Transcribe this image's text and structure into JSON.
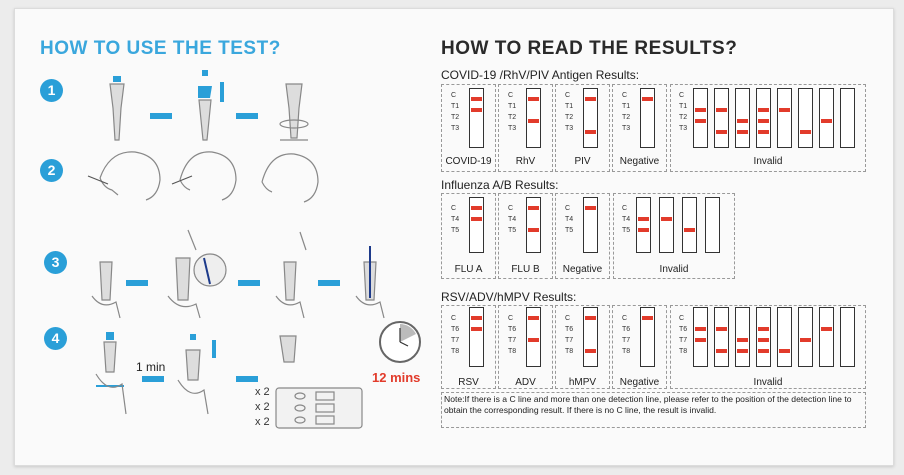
{
  "left_title": "HOW TO USE THE TEST?",
  "right_title": "HOW TO READ THE RESULTS?",
  "steps": [
    "1",
    "2",
    "3",
    "4"
  ],
  "step4": {
    "wait": "1 min",
    "total_time": "12 mins",
    "multiplier": "x 2"
  },
  "colors": {
    "accent_blue": "#2a9fd8",
    "result_red": "#e23b2b"
  },
  "covid": {
    "heading": "COVID-19 /RhV/PIV Antigen Results:",
    "letters": [
      "C",
      "T1",
      "T2",
      "T3"
    ],
    "labels": [
      "COVID-19",
      "RhV",
      "PIV",
      "Negative",
      "Invalid"
    ]
  },
  "flu": {
    "heading": "Influenza A/B Results:",
    "letters": [
      "C",
      "T4",
      "T5"
    ],
    "labels": [
      "FLU A",
      "FLU B",
      "Negative",
      "Invalid"
    ]
  },
  "rsv": {
    "heading": "RSV/ADV/hMPV Results:",
    "letters": [
      "C",
      "T6",
      "T7",
      "T8"
    ],
    "labels": [
      "RSV",
      "ADV",
      "hMPV",
      "Negative",
      "Invalid"
    ]
  },
  "note": "Note:If there is a C line and more than one detection line, please refer to the position of the detection line to obtain the corresponding result. If there is no C line, the result is invalid."
}
